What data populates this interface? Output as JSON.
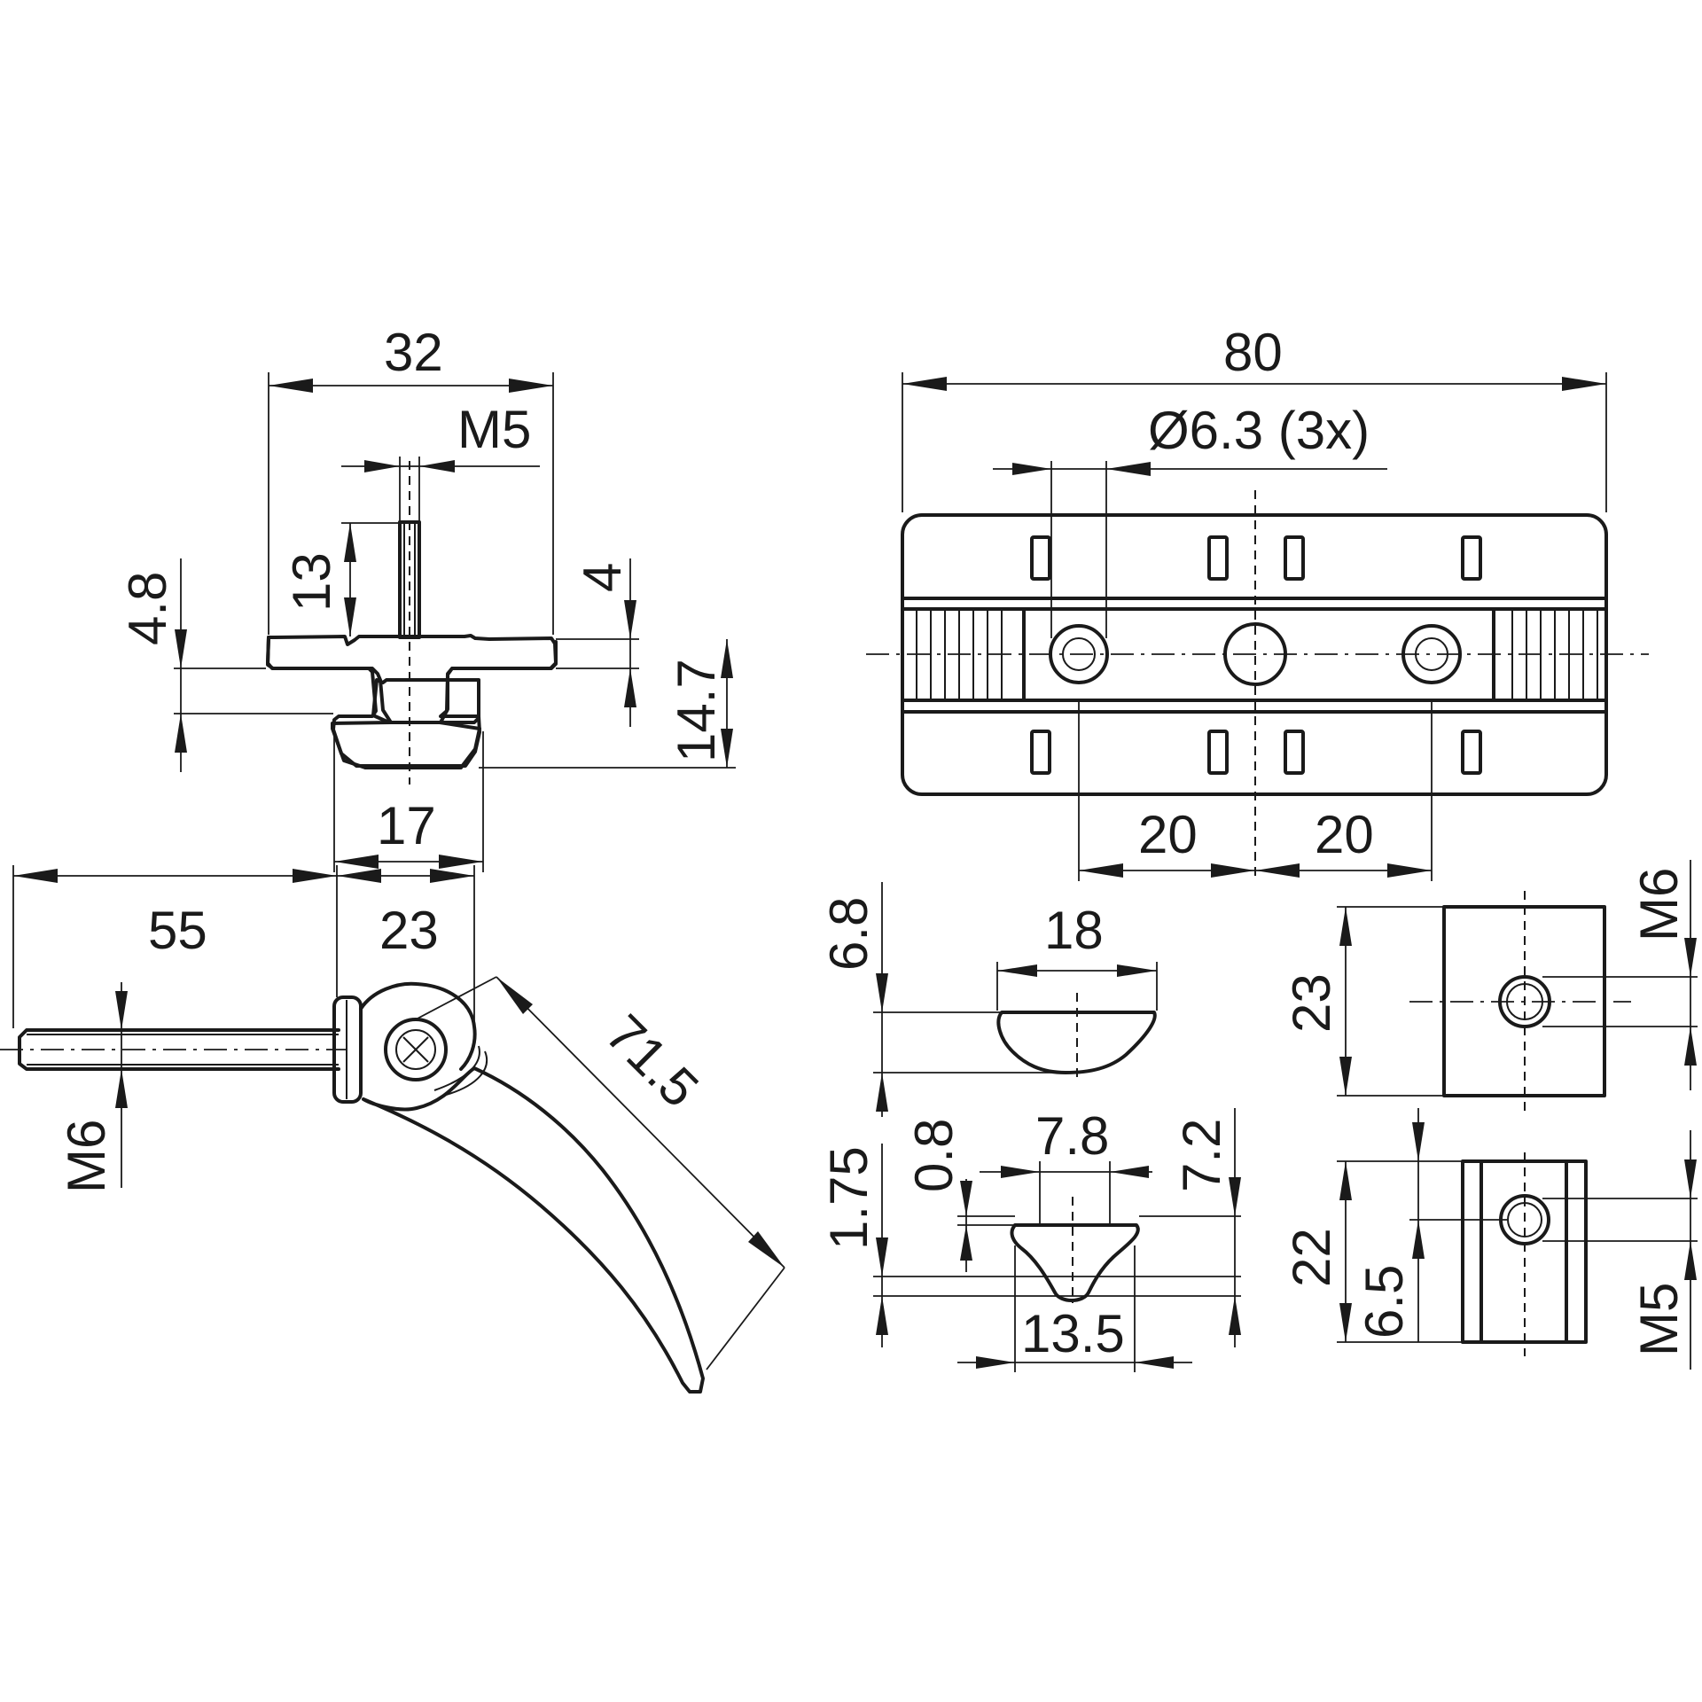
{
  "drawing": {
    "clamp_end_view": {
      "width_32": "32",
      "thread_m5": "M5",
      "stud_13": "13",
      "flange_4_8": "4.8",
      "plate_4": "4",
      "height_14_7": "14.7",
      "nut_17": "17"
    },
    "clamp_top_view": {
      "length_80": "80",
      "hole_dia": "Ø6.3 (3x)",
      "pitch_left_20": "20",
      "pitch_right_20": "20"
    },
    "lever": {
      "shaft_55": "55",
      "head_23": "23",
      "handle_71_5": "71.5",
      "thread_m6": "M6"
    },
    "nut_m6_section": {
      "width_18": "18",
      "height_6_8": "6.8"
    },
    "nut_m5_section": {
      "top_7_8": "7.8",
      "step_0_8": "0.8",
      "step_1_75": "1.75",
      "height_7_2": "7.2",
      "base_13_5": "13.5"
    },
    "nut_m6_side": {
      "length_23": "23",
      "thread_m6": "M6"
    },
    "nut_m5_side": {
      "length_22": "22",
      "offset_6_5": "6.5",
      "thread_m5": "M5"
    }
  }
}
